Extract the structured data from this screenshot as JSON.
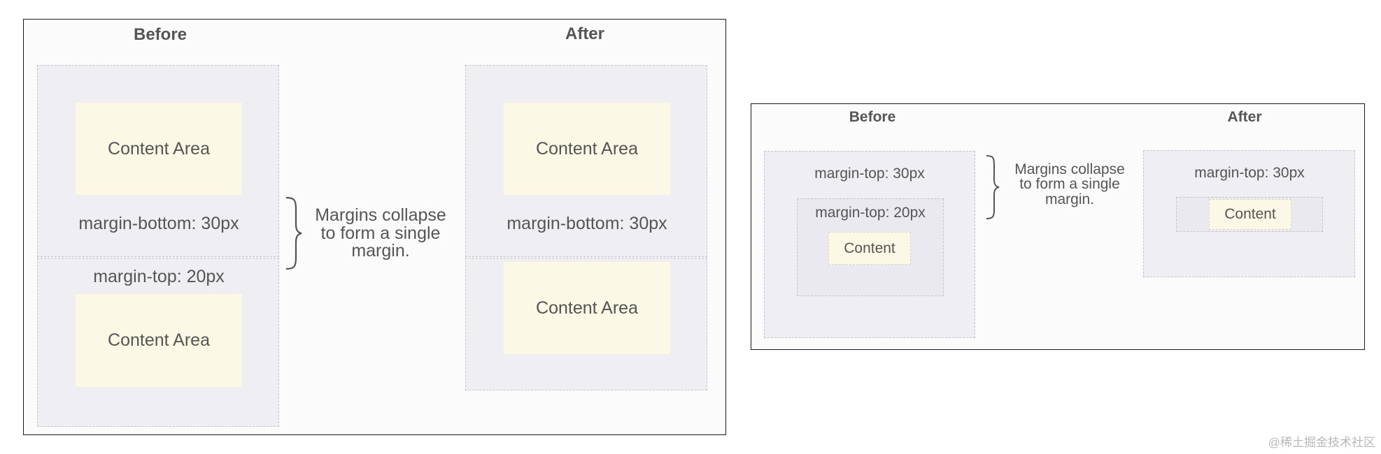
{
  "left_diagram": {
    "before_heading": "Before",
    "after_heading": "After",
    "before": {
      "box1_content": "Content Area",
      "box1_margin_label": "margin-bottom: 30px",
      "box2_margin_label": "margin-top: 20px",
      "box2_content": "Content Area"
    },
    "note": {
      "line1": "Margins collapse",
      "line2": "to form a single",
      "line3": "margin."
    },
    "after": {
      "box1_content": "Content Area",
      "box1_margin_label": "margin-bottom: 30px",
      "box2_content": "Content Area"
    }
  },
  "right_diagram": {
    "before_heading": "Before",
    "after_heading": "After",
    "before": {
      "outer_margin_label": "margin-top: 30px",
      "inner_margin_label": "margin-top: 20px",
      "content": "Content"
    },
    "note": {
      "line1": "Margins collapse",
      "line2": "to form a single",
      "line3": "margin."
    },
    "after": {
      "outer_margin_label": "margin-top: 30px",
      "content": "Content"
    }
  },
  "watermark": "@稀土掘金技术社区",
  "colors": {
    "panel_border": "#1a1a1a",
    "margin_box_fill": "#eeeef3",
    "margin_box_border": "#c4c4cc",
    "content_fill": "#fbf9e6",
    "text": "#555555"
  }
}
